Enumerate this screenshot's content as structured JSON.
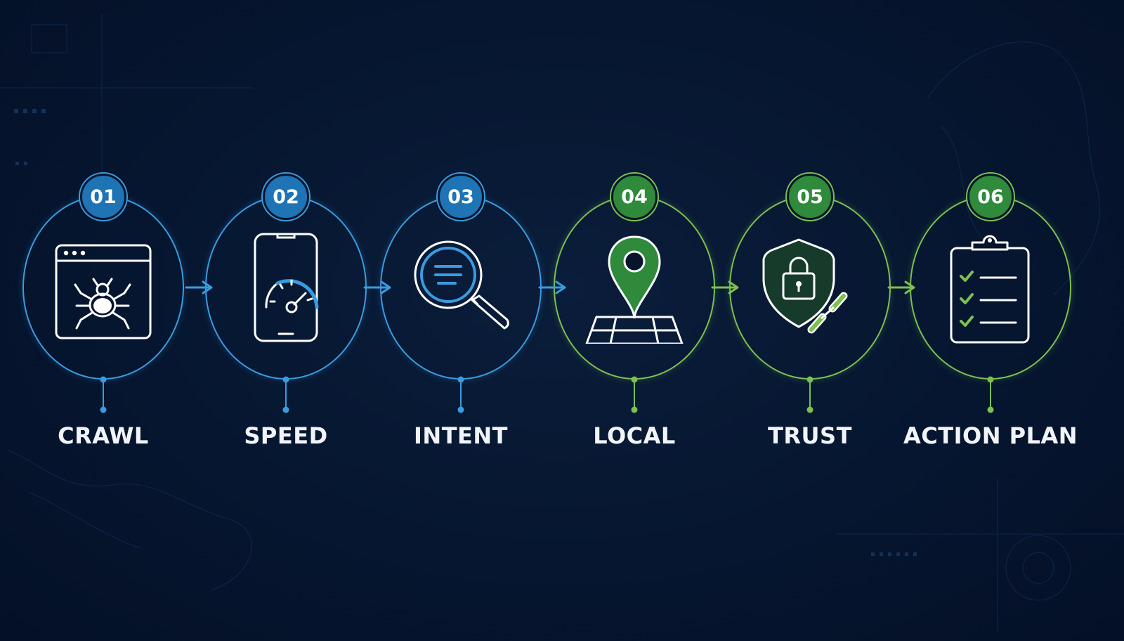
{
  "steps": [
    {
      "number": "01",
      "label": "CRAWL",
      "icon": "browser-bug-icon",
      "color": "#3a9be0"
    },
    {
      "number": "02",
      "label": "SPEED",
      "icon": "phone-speedometer-icon",
      "color": "#3a9be0"
    },
    {
      "number": "03",
      "label": "INTENT",
      "icon": "magnifier-search-icon",
      "color": "#3a9be0"
    },
    {
      "number": "04",
      "label": "LOCAL",
      "icon": "map-pin-icon",
      "color": "#7cc04f"
    },
    {
      "number": "05",
      "label": "TRUST",
      "icon": "shield-lock-link-icon",
      "color": "#7cc04f"
    },
    {
      "number": "06",
      "label": "ACTION PLAN",
      "icon": "clipboard-checklist-icon",
      "color": "#7cc04f"
    }
  ],
  "colors": {
    "background": "#06152b",
    "blue_accent": "#3a9be0",
    "green_accent": "#7cc04f",
    "text": "#f1f5fa"
  }
}
